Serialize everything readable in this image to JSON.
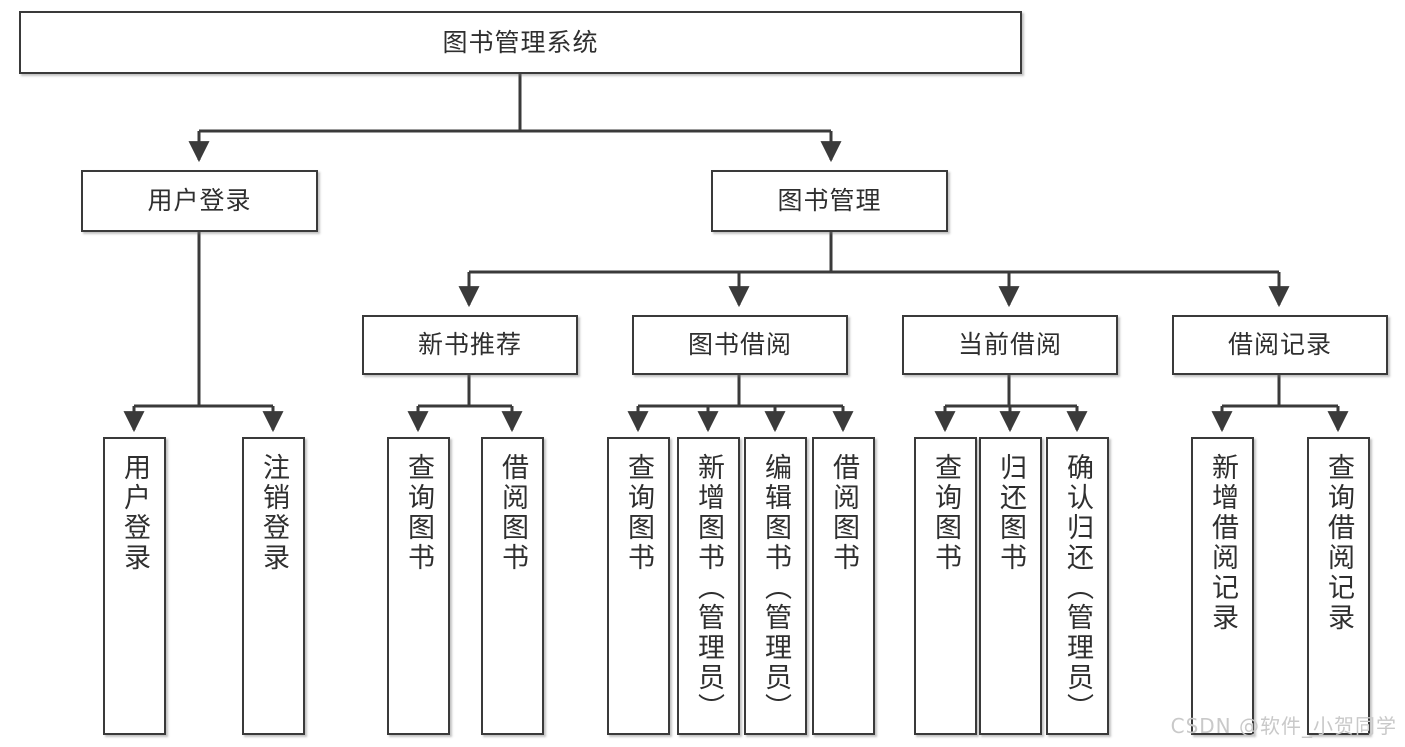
{
  "diagram": {
    "title": "图书管理系统",
    "type": "tree-hierarchy",
    "watermark": "CSDN @软件_小贺同学",
    "colors": {
      "border": "#3a3a3a",
      "text": "#2f2f2f",
      "background": "#ffffff",
      "watermark": "#c9c9c9"
    },
    "root": {
      "label": "图书管理系统"
    },
    "level2": [
      {
        "label": "用户登录"
      },
      {
        "label": "图书管理"
      }
    ],
    "level3": [
      {
        "label": "新书推荐"
      },
      {
        "label": "图书借阅"
      },
      {
        "label": "当前借阅"
      },
      {
        "label": "借阅记录"
      }
    ],
    "leaves": {
      "user_login": [
        {
          "label": "用户登录"
        },
        {
          "label": "注销登录"
        }
      ],
      "new_book_recommend": [
        {
          "label": "查询图书"
        },
        {
          "label": "借阅图书"
        }
      ],
      "book_borrow": [
        {
          "label": "查询图书"
        },
        {
          "label": "新增图书（管理员）"
        },
        {
          "label": "编辑图书（管理员）"
        },
        {
          "label": "借阅图书"
        }
      ],
      "current_borrow": [
        {
          "label": "查询图书"
        },
        {
          "label": "归还图书"
        },
        {
          "label": "确认归还（管理员）"
        }
      ],
      "borrow_records": [
        {
          "label": "新增借阅记录"
        },
        {
          "label": "查询借阅记录"
        }
      ]
    }
  }
}
